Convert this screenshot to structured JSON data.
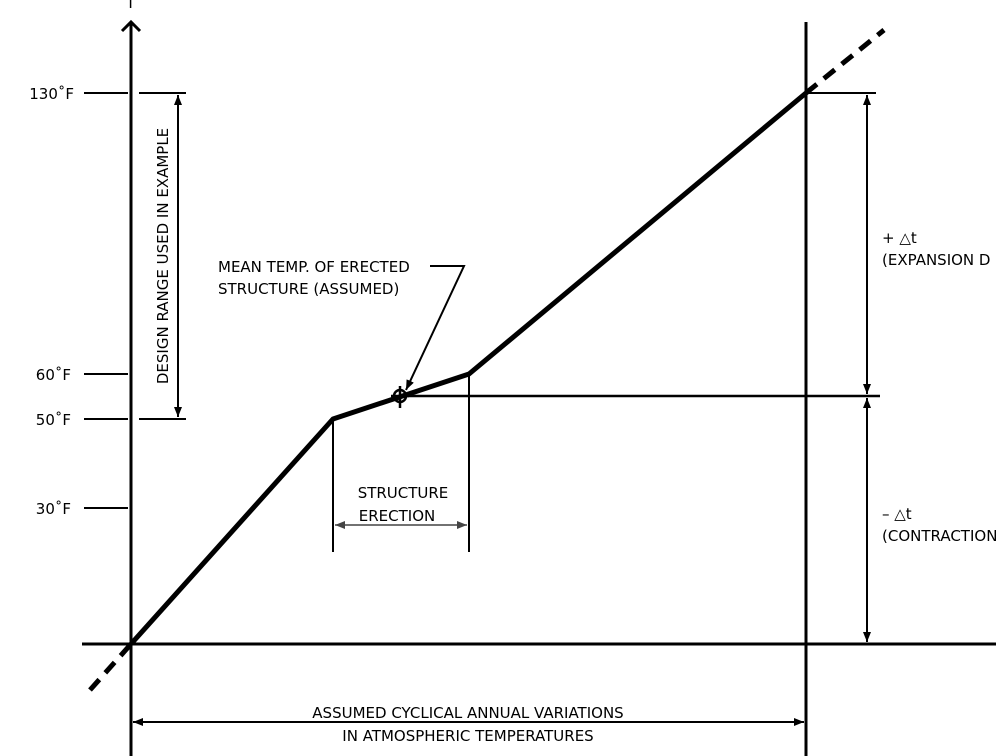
{
  "axis": {
    "y_label": "T"
  },
  "ticks": [
    {
      "label": "130˚F",
      "value": 130
    },
    {
      "label": "60˚F",
      "value": 60
    },
    {
      "label": "50˚F",
      "value": 50
    },
    {
      "label": "30˚F",
      "value": 30
    }
  ],
  "labels": {
    "design_range": "DESIGN RANGE USED IN EXAMPLE",
    "mean_temp_line1": "MEAN TEMP. OF ERECTED",
    "mean_temp_line2": "STRUCTURE (ASSUMED)",
    "erection_line1": "STRUCTURE",
    "erection_line2": "ERECTION",
    "expansion_line1": "+ △t",
    "expansion_line2": "(EXPANSION D",
    "contraction_line1": "– △t",
    "contraction_line2": "(CONTRACTION",
    "annual_line1": "ASSUMED  CYCLICAL  ANNUAL  VARIATIONS",
    "annual_line2": "IN  ATMOSPHERIC  TEMPERATURES"
  }
}
